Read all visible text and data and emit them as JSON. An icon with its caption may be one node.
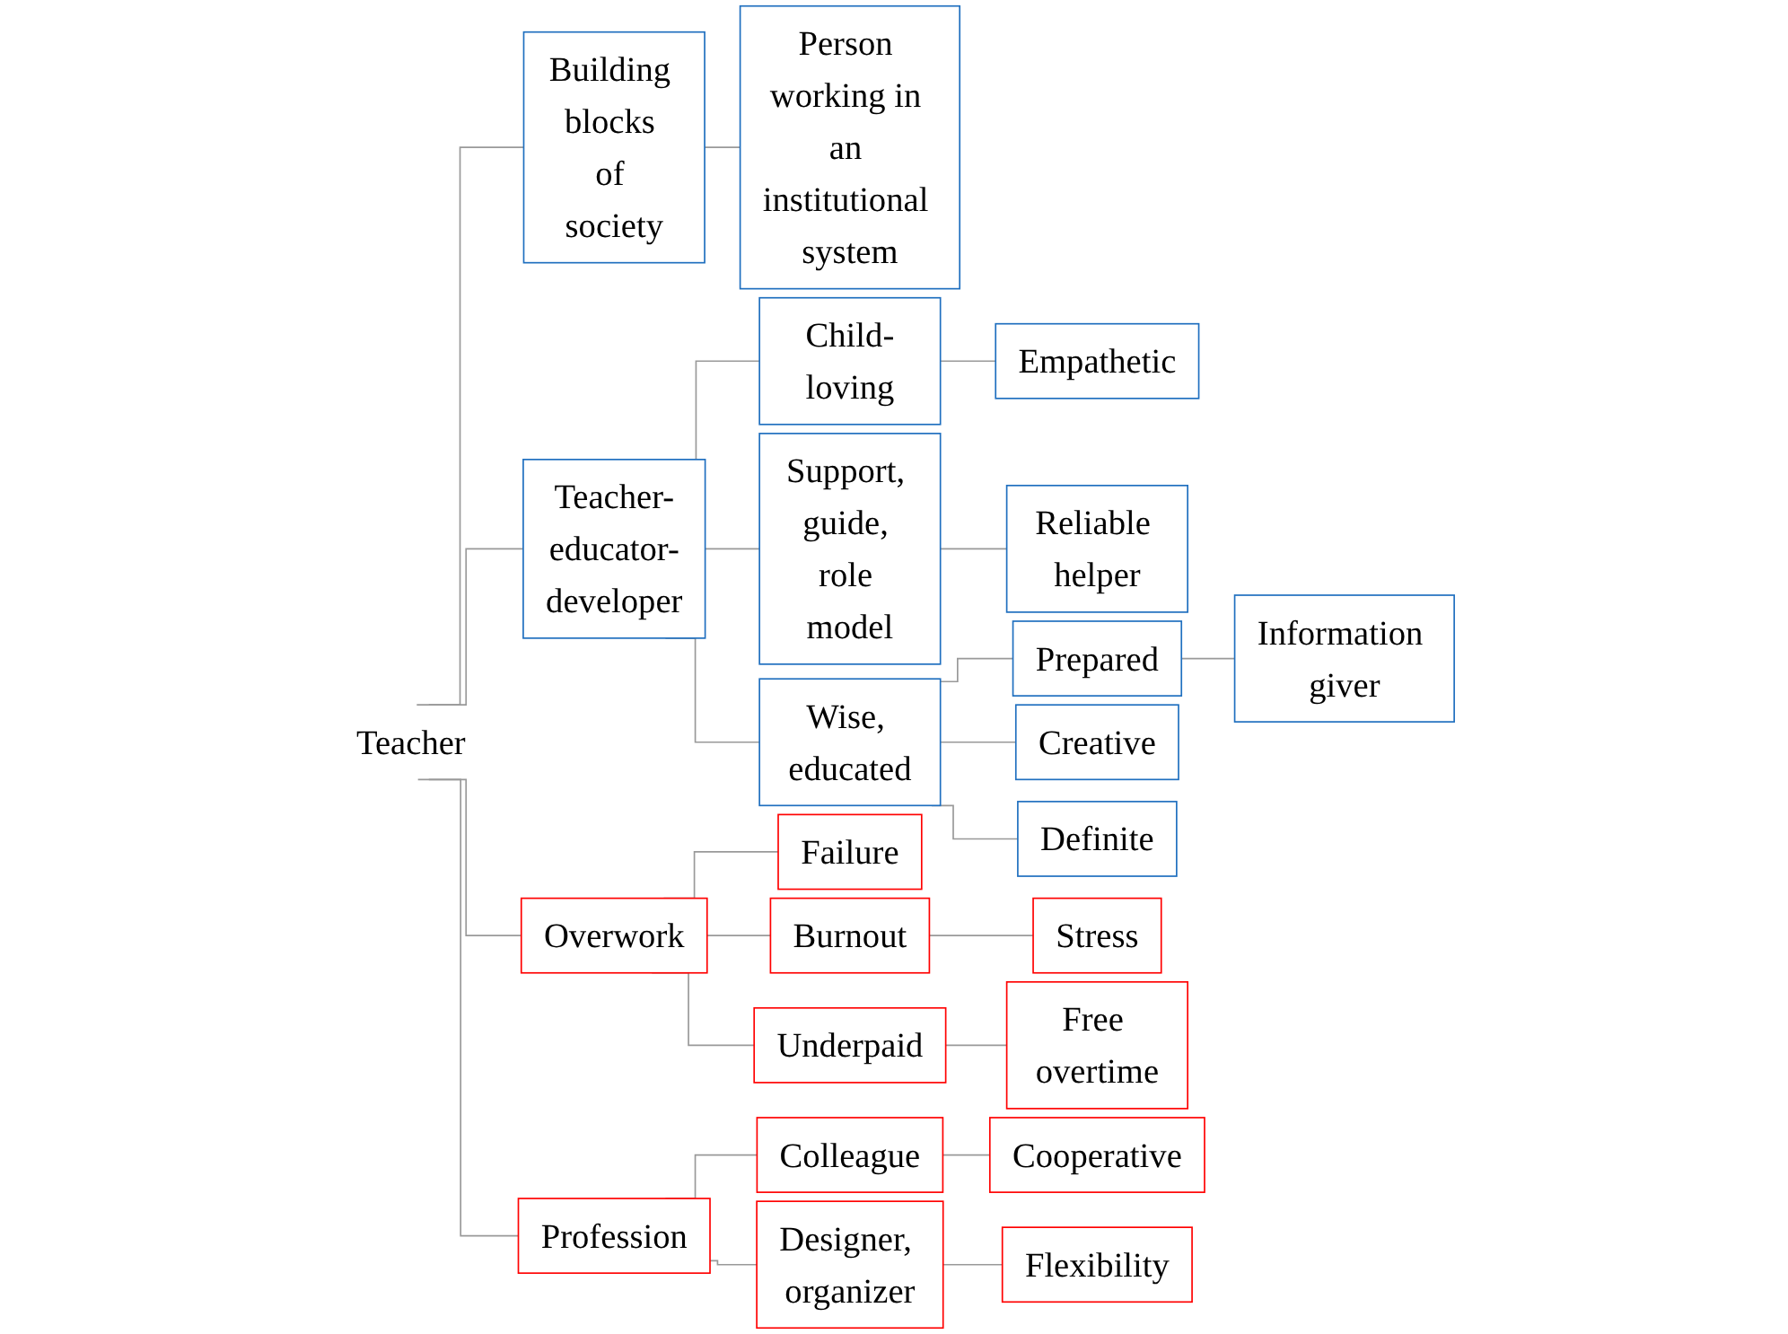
{
  "diagram": {
    "nodes": [
      {
        "text": [
          "Teacher"
        ]
      },
      {
        "text": [
          "Building blocks of society"
        ]
      },
      {
        "text": [
          "Person working in an institutional system"
        ]
      },
      {
        "text": [
          "Teacher-educator-developer"
        ]
      },
      {
        "text": [
          "Child-loving"
        ]
      },
      {
        "text": [
          "Empathetic"
        ]
      },
      {
        "text": [
          "Support, guide, role model"
        ]
      },
      {
        "text": [
          "Reliable helper"
        ]
      },
      {
        "text": [
          "Wise, educated"
        ]
      },
      {
        "text": [
          "Prepared"
        ]
      },
      {
        "text": [
          "Information giver"
        ]
      },
      {
        "text": [
          "Creative"
        ]
      },
      {
        "text": [
          "Definite"
        ]
      },
      {
        "text": [
          "Overwork"
        ]
      },
      {
        "text": [
          "Failure"
        ]
      },
      {
        "text": [
          "Burnout"
        ]
      },
      {
        "text": [
          "Stress"
        ]
      },
      {
        "text": [
          "Underpaid"
        ]
      },
      {
        "text": [
          "Free overtime"
        ]
      },
      {
        "text": [
          "Profession"
        ]
      },
      {
        "text": [
          "Colleague"
        ]
      },
      {
        "text": [
          "Cooperative"
        ]
      },
      {
        "text": [
          "Designer, organizer"
        ]
      },
      {
        "text": [
          "Flexibility"
        ]
      }
    ],
    "edges": [
      {
        "from": 0,
        "to": 1,
        "arrow": "none"
      },
      {
        "from": 1,
        "to": 2,
        "arrow": "none"
      },
      {
        "from": 0,
        "to": 3,
        "arrow": "none"
      },
      {
        "from": 3,
        "to": 4,
        "arrow": "none"
      },
      {
        "from": 4,
        "to": 5,
        "arrow": "none"
      },
      {
        "from": 3,
        "to": 6,
        "arrow": "none"
      },
      {
        "from": 6,
        "to": 7,
        "arrow": "none"
      },
      {
        "from": 3,
        "to": 8,
        "arrow": "none"
      },
      {
        "from": 8,
        "to": 9,
        "arrow": "none"
      },
      {
        "from": 9,
        "to": 10,
        "arrow": "none"
      },
      {
        "from": 8,
        "to": 11,
        "arrow": "none"
      },
      {
        "from": 8,
        "to": 12,
        "arrow": "none"
      },
      {
        "from": 0,
        "to": 13,
        "arrow": "none"
      },
      {
        "from": 13,
        "to": 14,
        "arrow": "none"
      },
      {
        "from": 13,
        "to": 15,
        "arrow": "none"
      },
      {
        "from": 15,
        "to": 16,
        "arrow": "none"
      },
      {
        "from": 13,
        "to": 17,
        "arrow": "none"
      },
      {
        "from": 17,
        "to": 18,
        "arrow": "none"
      },
      {
        "from": 0,
        "to": 19,
        "arrow": "none"
      },
      {
        "from": 19,
        "to": 20,
        "arrow": "none"
      },
      {
        "from": 20,
        "to": 21,
        "arrow": "none"
      },
      {
        "from": 19,
        "to": 22,
        "arrow": "none"
      },
      {
        "from": 22,
        "to": 23,
        "arrow": "none"
      }
    ]
  }
}
